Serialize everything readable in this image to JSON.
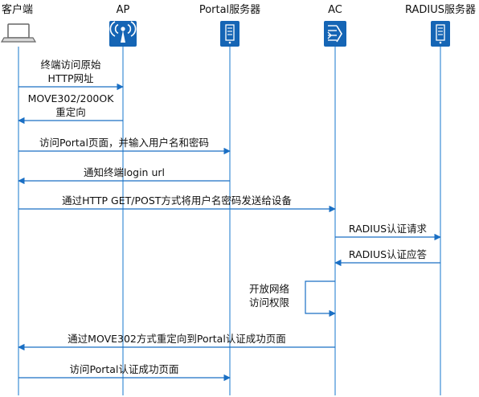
{
  "participants": [
    {
      "id": "client",
      "label": "客户端",
      "icon": "laptop-icon"
    },
    {
      "id": "ap",
      "label": "AP",
      "icon": "wireless-ap-icon"
    },
    {
      "id": "portal",
      "label": "Portal服务器",
      "icon": "server-icon"
    },
    {
      "id": "ac",
      "label": "AC",
      "icon": "access-controller-icon"
    },
    {
      "id": "radius",
      "label": "RADIUS服务器",
      "icon": "server-icon"
    }
  ],
  "messages": [
    {
      "from": "client",
      "to": "ap",
      "lines": [
        "终端访问原始",
        "HTTP网址"
      ]
    },
    {
      "from": "ap",
      "to": "client",
      "lines": [
        "MOVE302/200OK",
        "重定向"
      ]
    },
    {
      "from": "client",
      "to": "portal",
      "lines": [
        "访问Portal页面，并输入用户名和密码"
      ]
    },
    {
      "from": "portal",
      "to": "client",
      "lines": [
        "通知终端login url"
      ]
    },
    {
      "from": "client",
      "to": "ac",
      "lines": [
        "通过HTTP GET/POST方式将用户名密码发送给设备"
      ]
    },
    {
      "from": "ac",
      "to": "radius",
      "lines": [
        "RADIUS认证请求"
      ]
    },
    {
      "from": "radius",
      "to": "ac",
      "lines": [
        "RADIUS认证应答"
      ]
    },
    {
      "from": "ac",
      "to": "ac",
      "self": true,
      "lines": [
        "开放网络",
        "访问权限"
      ]
    },
    {
      "from": "ac",
      "to": "client",
      "lines": [
        "通过MOVE302方式重定向到Portal认证成功页面"
      ]
    },
    {
      "from": "client",
      "to": "portal",
      "lines": [
        "访问Portal认证成功页面"
      ]
    }
  ],
  "colors": {
    "arrow": "#1a6fc4",
    "lifeline": "#3c8ed6",
    "icon_fill": "#1565b5",
    "text": "#111111"
  }
}
